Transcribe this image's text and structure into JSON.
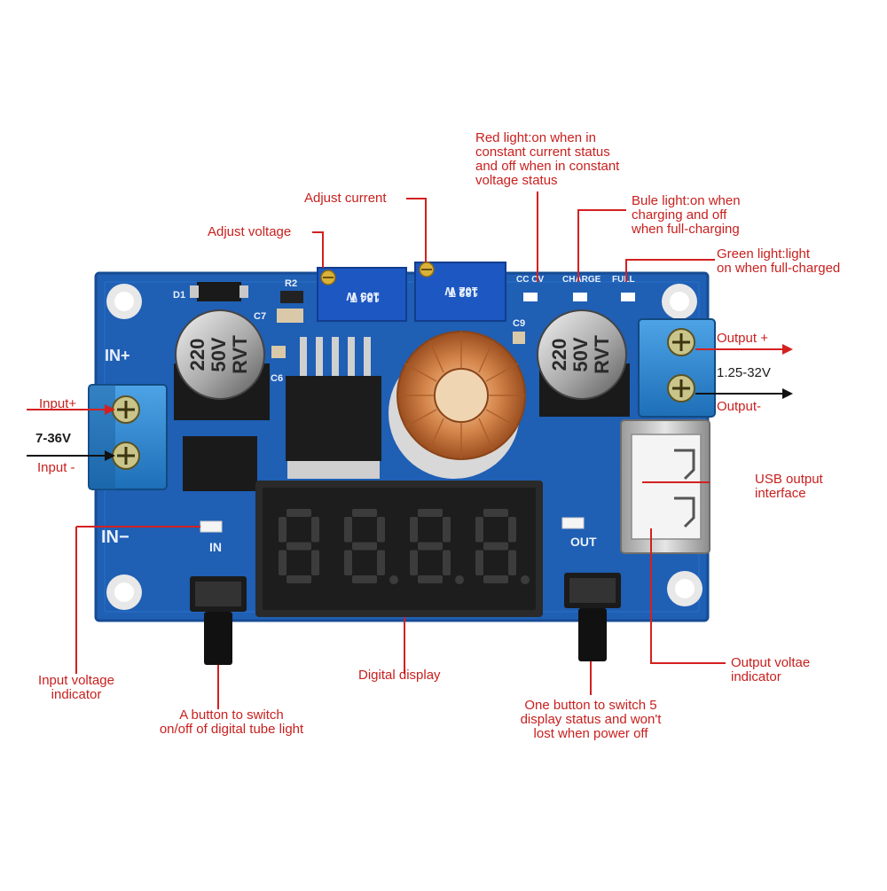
{
  "board": {
    "silk": {
      "in_plus": "IN+",
      "in_minus": "IN−",
      "in_led": "IN",
      "out_led": "OUT",
      "cc_led": "CC CV",
      "charge_led": "CHARGE",
      "full_led": "FULL",
      "d1": "D1",
      "r2": "R2",
      "c7": "C7",
      "c6": "C6",
      "c9": "C9",
      "pot1": "103 W\n134 T",
      "pot2": "102 W\n132 T"
    },
    "capacitor_left": [
      "220",
      "50V",
      "RVT"
    ],
    "capacitor_right": [
      "220",
      "50V",
      "RVT"
    ],
    "display_digits": "88.8.8."
  },
  "annotations": {
    "red_light": [
      "Red light:on when in",
      "constant current status",
      "and off when in constant",
      "voltage status"
    ],
    "adjust_current": "Adjust current",
    "adjust_voltage": "Adjust voltage",
    "blue_light": [
      "Bule light:on when",
      "charging and off",
      "when full-charging"
    ],
    "green_light": [
      "Green light:light",
      "on when full-charged"
    ],
    "output_plus": "Output +",
    "output_range": "1.25-32V",
    "output_minus": "Output-",
    "usb_output": [
      "USB output",
      "interface"
    ],
    "input_plus": "Input+",
    "input_range": "7-36V",
    "input_minus": "Input -",
    "input_voltage_indicator": [
      "Input voltage",
      "indicator"
    ],
    "tube_button": [
      "A button to switch",
      "on/off of digital tube light"
    ],
    "digital_display": "Digital display",
    "mode_button": [
      "One button to switch 5",
      "display status and won't",
      "lost when power off"
    ],
    "output_indicator": [
      "Output voltae",
      "indicator"
    ]
  },
  "colors": {
    "pcb": "#1f5fb4",
    "pcb_dark": "#174c94",
    "annotation": "#c8201e",
    "leader": "#d42020",
    "terminal": "#2f8fd6"
  }
}
